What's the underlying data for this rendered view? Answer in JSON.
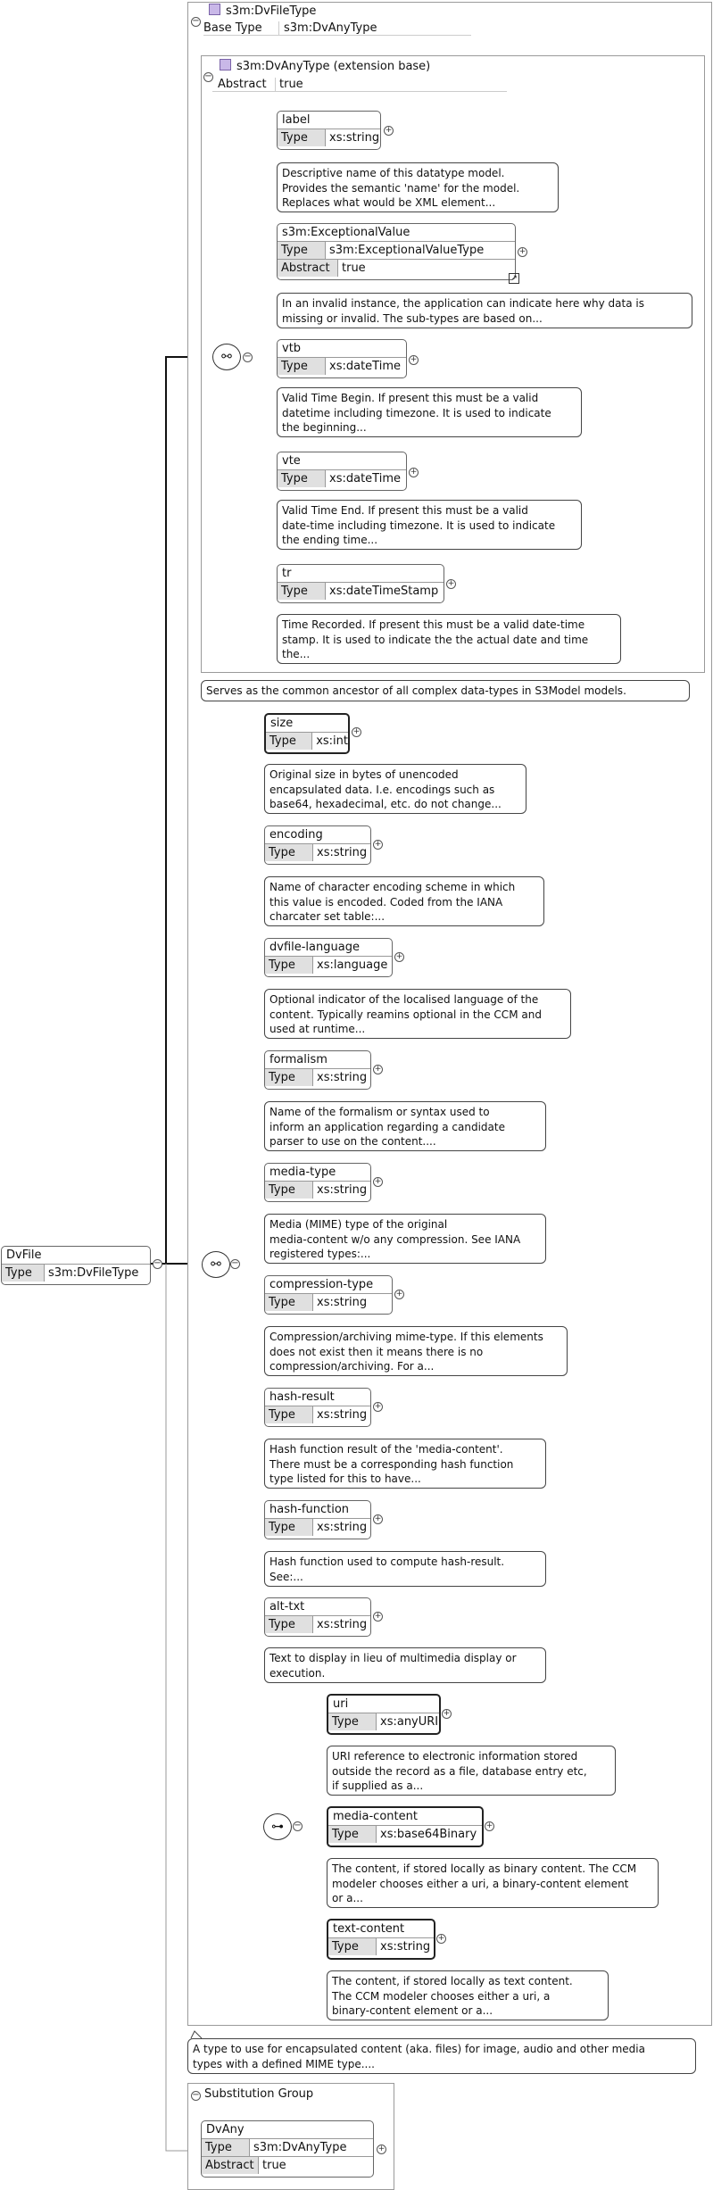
{
  "dvfiletype": {
    "name": "s3m:DvFileType",
    "base_type_key": "Base Type",
    "base_type": "s3m:DvAnyType"
  },
  "dvanytype": {
    "name": "s3m:DvAnyType (extension base)",
    "abstract_key": "Abstract",
    "abstract": "true"
  },
  "key_type": "Type",
  "key_abstract": "Abstract",
  "base_elements": [
    {
      "name": "label",
      "type": "xs:string",
      "doc": [
        "Descriptive name of this datatype model.",
        "Provides the semantic 'name' for the model.",
        "Replaces what would be XML element..."
      ]
    },
    {
      "name": "s3m:ExceptionalValue",
      "type": "s3m:ExceptionalValueType",
      "abstract": "true",
      "doc": [
        "In an invalid instance, the application can indicate here why data is",
        "missing or invalid. The sub-types are based on..."
      ]
    },
    {
      "name": "vtb",
      "type": "xs:dateTime",
      "doc": [
        "Valid Time Begin. If present this must be a valid",
        "datetime including timezone. It is used to indicate",
        "the beginning..."
      ]
    },
    {
      "name": "vte",
      "type": "xs:dateTime",
      "doc": [
        "Valid Time End. If present this must be a valid",
        "date-time including timezone. It is used to indicate",
        "the ending time..."
      ]
    },
    {
      "name": "tr",
      "type": "xs:dateTimeStamp",
      "doc": [
        "Time Recorded. If present this must be a valid date-time",
        "stamp. It is used to indicate the the actual date and time",
        "the..."
      ]
    }
  ],
  "dvanytype_doc": "Serves as the common ancestor of all complex data-types in S3Model models.",
  "file_elements": [
    {
      "name": "size",
      "type": "xs:int",
      "doc": [
        "Original size in bytes of unencoded",
        "encapsulated data. I.e. encodings such as",
        "base64, hexadecimal, etc. do not change..."
      ]
    },
    {
      "name": "encoding",
      "type": "xs:string",
      "doc": [
        "Name of character encoding scheme in which",
        "this value is encoded. Coded from the IANA",
        "charcater set table:..."
      ]
    },
    {
      "name": "dvfile-language",
      "type": "xs:language",
      "doc": [
        "Optional indicator of the localised language of the",
        "content. Typically reamins optional in the CCM and",
        "used at runtime..."
      ]
    },
    {
      "name": "formalism",
      "type": "xs:string",
      "doc": [
        "Name of the formalism or syntax used to",
        "inform an application regarding a candidate",
        "parser to use on the content...."
      ]
    },
    {
      "name": "media-type",
      "type": "xs:string",
      "doc": [
        "Media (MIME) type of the original",
        "media-content w/o any compression. See IANA",
        "registered types:..."
      ]
    },
    {
      "name": "compression-type",
      "type": "xs:string",
      "doc": [
        "Compression/archiving mime-type. If this elements",
        "does not exist then it means there is no",
        "compression/archiving. For a..."
      ]
    },
    {
      "name": "hash-result",
      "type": "xs:string",
      "doc": [
        "Hash function result of the 'media-content'.",
        "There must be a corresponding hash function",
        "type listed for this to have..."
      ]
    },
    {
      "name": "hash-function",
      "type": "xs:string",
      "doc": [
        "Hash function used to compute hash-result.",
        "See:..."
      ]
    },
    {
      "name": "alt-txt",
      "type": "xs:string",
      "doc": [
        "Text to display in lieu of multimedia display or",
        "execution."
      ]
    }
  ],
  "choice_elements": [
    {
      "name": "uri",
      "type": "xs:anyURI",
      "doc": [
        "URI reference to electronic information stored",
        "outside the record as a file, database entry etc,",
        "if supplied as a..."
      ]
    },
    {
      "name": "media-content",
      "type": "xs:base64Binary",
      "doc": [
        "The content, if stored locally as binary content. The CCM",
        "modeler chooses either a uri, a binary-content element",
        "or a..."
      ]
    },
    {
      "name": "text-content",
      "type": "xs:string",
      "doc": [
        "The content, if stored locally as text content.",
        "The CCM modeler chooses either a uri, a",
        "binary-content element or a..."
      ]
    }
  ],
  "dvfile_doc": [
    "A type to use for encapsulated content (aka. files) for image, audio and other media",
    "types with a defined MIME type...."
  ],
  "root": {
    "name": "DvFile",
    "type": "s3m:DvFileType"
  },
  "substitution": {
    "title": "Substitution Group",
    "name": "DvAny",
    "type": "s3m:DvAnyType",
    "abstract": "true"
  },
  "icons": {
    "sequence": "sequence-compositor-icon",
    "choice": "choice-compositor-icon",
    "plus": "expand-plus-icon",
    "minus": "collapse-minus-icon"
  }
}
